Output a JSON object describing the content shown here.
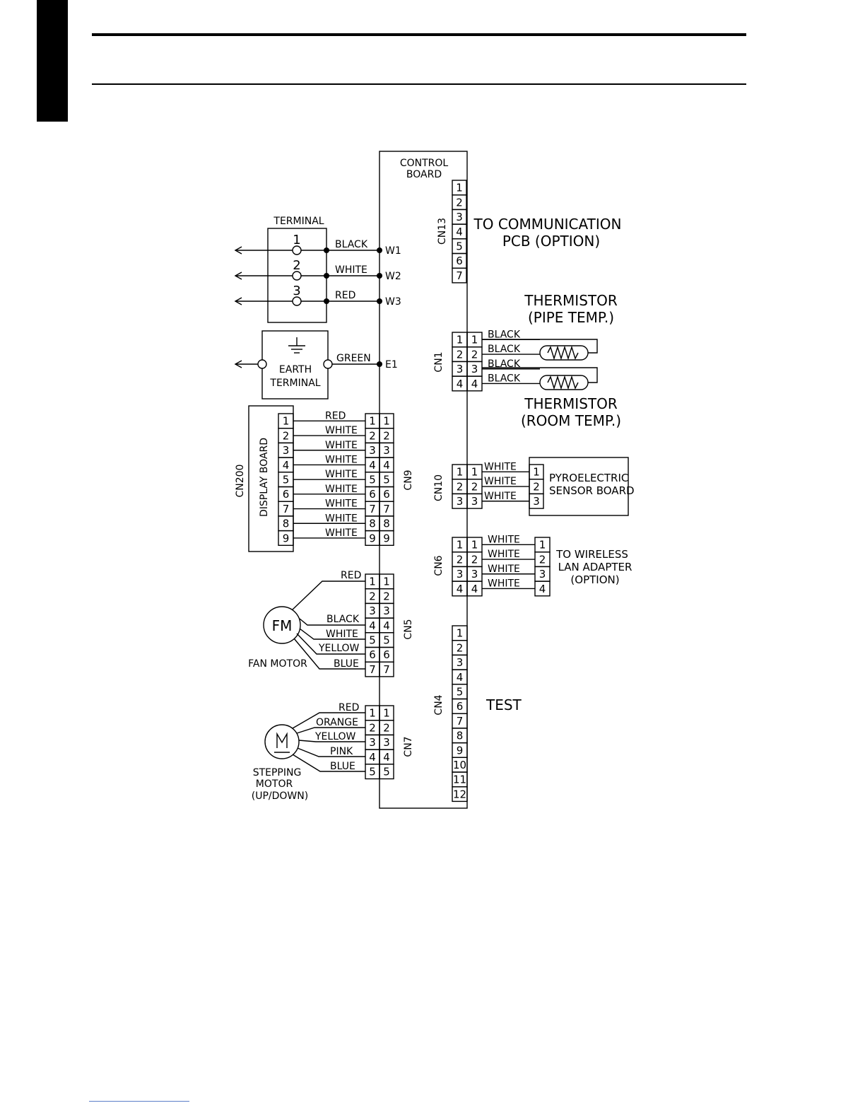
{
  "control_board": {
    "line1": "CONTROL",
    "line2": "BOARD"
  },
  "cn13": {
    "name": "CN13",
    "pins": [
      "1",
      "2",
      "3",
      "4",
      "5",
      "6",
      "7"
    ],
    "note_line1": "TO COMMUNICATION",
    "note_line2": "PCB (OPTION)"
  },
  "terminal": {
    "label": "TERMINAL",
    "numbers": [
      "1",
      "2",
      "3"
    ],
    "wires": [
      "BLACK",
      "WHITE",
      "RED"
    ],
    "board_points": [
      "W1",
      "W2",
      "W3"
    ]
  },
  "earth": {
    "line1": "EARTH",
    "line2": "TERMINAL",
    "wire": "GREEN",
    "board_point": "E1"
  },
  "display": {
    "cn200": "CN200",
    "board_label": "DISPLAY BOARD",
    "connector": "CN9",
    "pins": [
      "1",
      "2",
      "3",
      "4",
      "5",
      "6",
      "7",
      "8",
      "9"
    ],
    "wires": [
      "RED",
      "WHITE",
      "WHITE",
      "WHITE",
      "WHITE",
      "WHITE",
      "WHITE",
      "WHITE",
      "WHITE"
    ]
  },
  "cn1": {
    "name": "CN1",
    "pins": [
      "1",
      "2",
      "3",
      "4"
    ],
    "wires": [
      "BLACK",
      "BLACK",
      "BLACK",
      "BLACK"
    ],
    "pipe_line1": "THERMISTOR",
    "pipe_line2": "(PIPE TEMP.)",
    "room_line1": "THERMISTOR",
    "room_line2": "(ROOM TEMP.)"
  },
  "cn10": {
    "name": "CN10",
    "pins": [
      "1",
      "2",
      "3"
    ],
    "wires": [
      "WHITE",
      "WHITE",
      "WHITE"
    ],
    "board_line1": "PYROELECTRIC",
    "board_line2": "SENSOR BOARD"
  },
  "cn6": {
    "name": "CN6",
    "pins": [
      "1",
      "2",
      "3",
      "4"
    ],
    "wires": [
      "WHITE",
      "WHITE",
      "WHITE",
      "WHITE"
    ],
    "note_line1": "TO WIRELESS",
    "note_line2": "LAN ADAPTER",
    "note_line3": "(OPTION)"
  },
  "cn5": {
    "name": "CN5",
    "pins": [
      "1",
      "2",
      "3",
      "4",
      "5",
      "6",
      "7"
    ],
    "wires": [
      "RED",
      "BLACK",
      "WHITE",
      "YELLOW",
      "BLUE"
    ],
    "motor_symbol": "FM",
    "motor_label": "FAN MOTOR"
  },
  "cn4": {
    "name": "CN4",
    "pins": [
      "1",
      "2",
      "3",
      "4",
      "5",
      "6",
      "7",
      "8",
      "9",
      "10",
      "11",
      "12"
    ],
    "note": "TEST"
  },
  "cn7": {
    "name": "CN7",
    "pins": [
      "1",
      "2",
      "3",
      "4",
      "5"
    ],
    "wires": [
      "RED",
      "ORANGE",
      "YELLOW",
      "PINK",
      "BLUE"
    ],
    "motor_line1": "STEPPING",
    "motor_line2": "MOTOR",
    "motor_line3": "(UP/DOWN)"
  }
}
